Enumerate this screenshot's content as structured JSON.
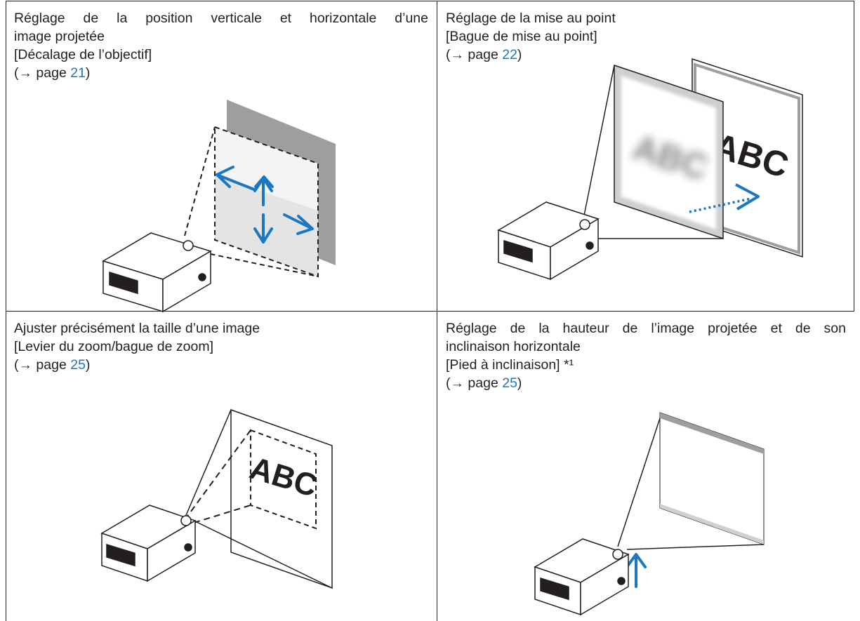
{
  "cells": [
    {
      "line1": "Réglage de la position verticale et horizontale d’une",
      "line2": "image projetée",
      "line3": "[Décalage de l’objectif]",
      "page_prefix": "(→ page ",
      "page_num": "21",
      "page_suffix": ")"
    },
    {
      "line1": "Réglage de la mise au point",
      "line2": "[Bague de mise au point]",
      "page_prefix": "(→ page ",
      "page_num": "22",
      "page_suffix": ")",
      "screen_text_blurred": "ABC",
      "screen_text_sharp": "ABC"
    },
    {
      "line1": "Ajuster précisément la taille d’une image",
      "line2": "[Levier du zoom/bague de zoom]",
      "page_prefix": "(→ page ",
      "page_num": "25",
      "page_suffix": ")",
      "screen_text": "ABC"
    },
    {
      "line1": "Réglage de la hauteur de l’image projetée et de son",
      "line2": "inclinaison horizontale",
      "line3": "[Pied à inclinaison] *¹",
      "page_prefix": "(→ page ",
      "page_num": "25",
      "page_suffix": ")"
    }
  ],
  "colors": {
    "arrow_blue": "#1a78c2",
    "link_blue": "#1a78c2",
    "screen_gray": "#9e9e9e"
  }
}
